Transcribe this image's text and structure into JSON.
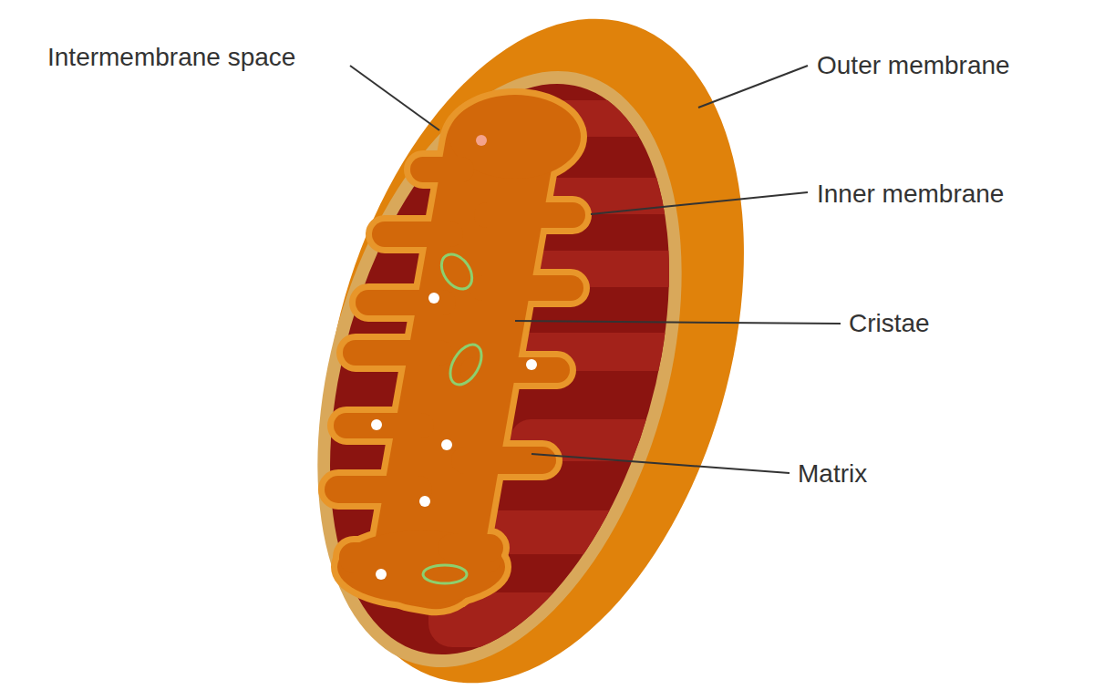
{
  "diagram": {
    "labels": [
      "Intermembrane space",
      "Outer membrane",
      "Inner membrane",
      "Cristae",
      "Matrix"
    ]
  }
}
